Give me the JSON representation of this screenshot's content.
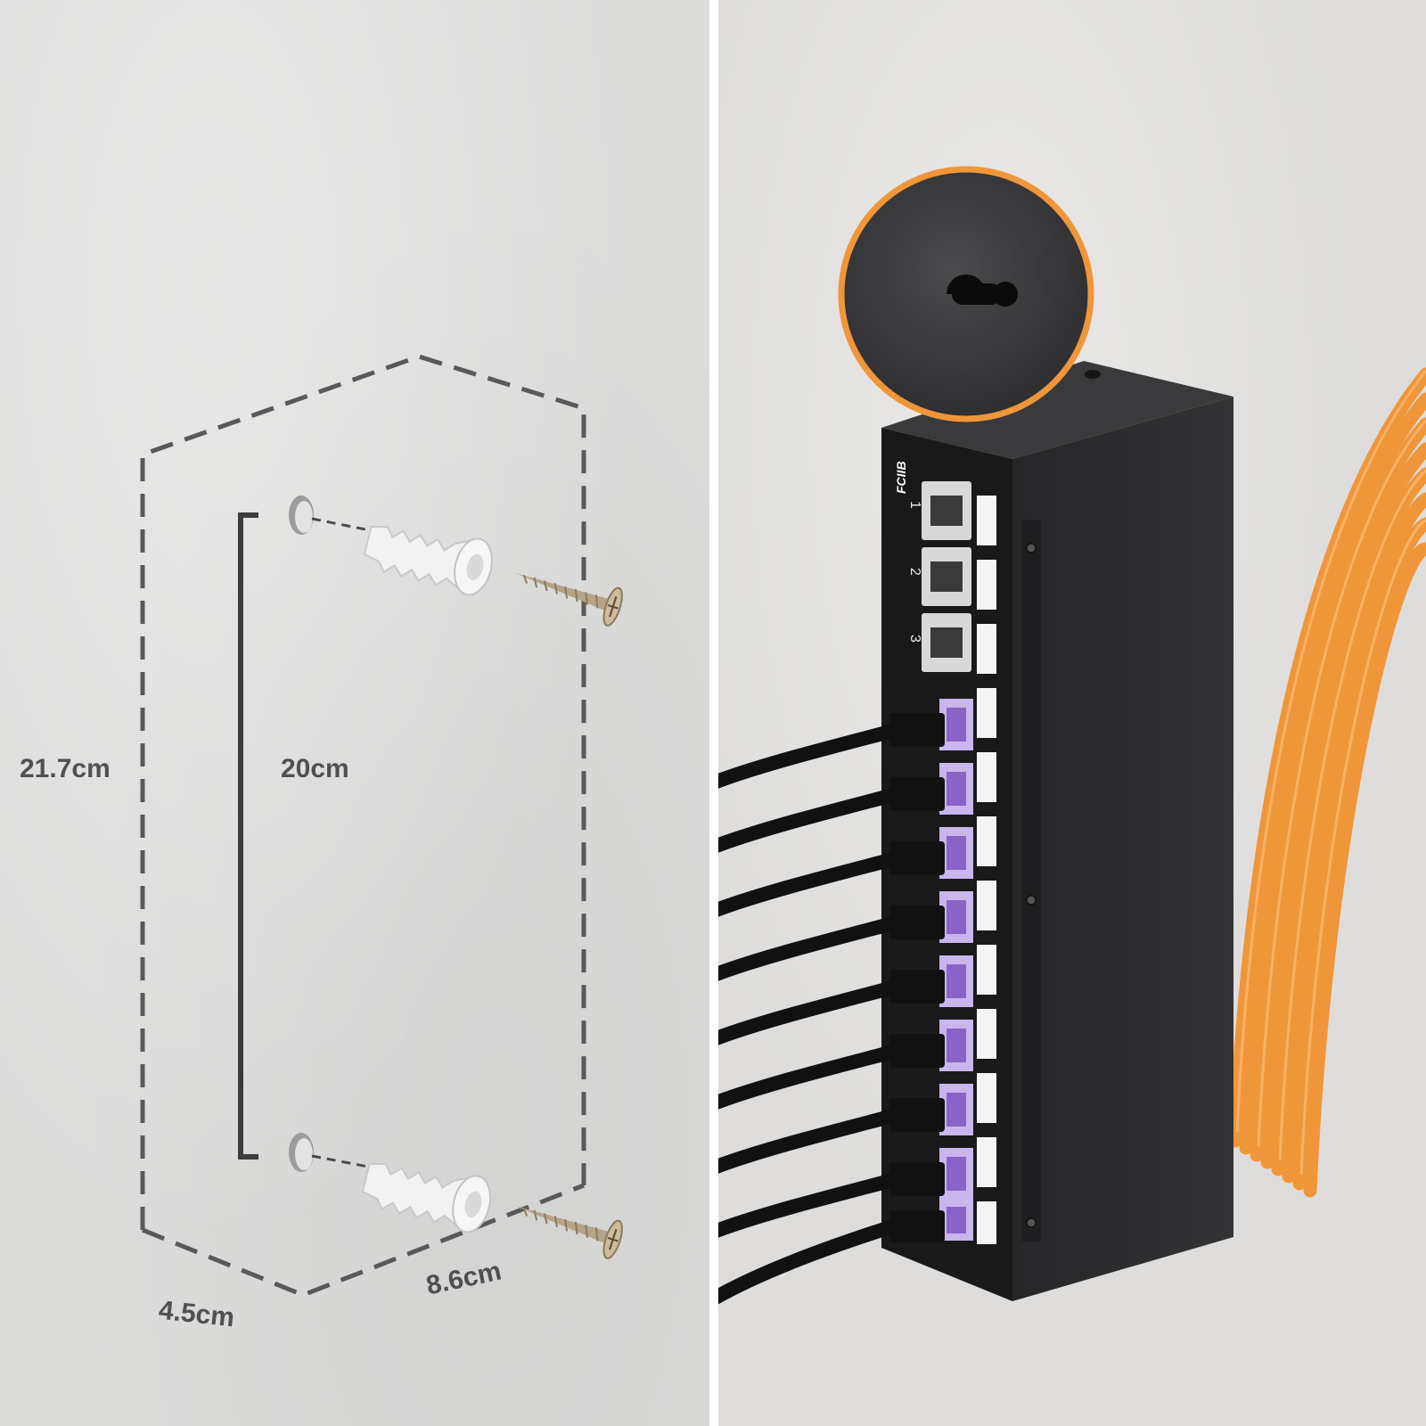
{
  "dimensions": {
    "height": "21.7cm",
    "hole_spacing": "20cm",
    "depth": "4.5cm",
    "width": "8.6cm"
  },
  "device": {
    "brand": "FCIIB",
    "port_labels": [
      "1",
      "2",
      "3"
    ]
  },
  "colors": {
    "wall": "#dcdcdb",
    "device_body": "#2b2b2d",
    "accent_orange": "#f0963a",
    "keystone_purple": "#8a63c8",
    "dashed_outline": "#595959"
  }
}
